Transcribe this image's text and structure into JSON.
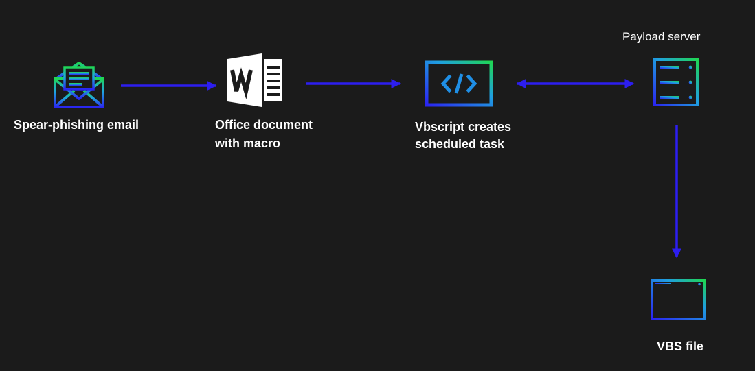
{
  "colors": {
    "background": "#1b1b1b",
    "arrow": "#2d1ef0",
    "text": "#ffffff",
    "icon_gradient": [
      "#1fd655",
      "#1f9ee0",
      "#2626f2"
    ]
  },
  "nodes": {
    "email": {
      "label": "Spear-phishing email",
      "icon": "envelope-icon"
    },
    "document": {
      "label_line1": "Office document",
      "label_line2": "with macro",
      "icon": "word-document-icon"
    },
    "script": {
      "label_line1": "Vbscript creates",
      "label_line2": "scheduled task",
      "icon": "code-window-icon"
    },
    "server": {
      "label": "Payload server",
      "icon": "server-icon"
    },
    "vbs": {
      "label": "VBS file",
      "icon": "file-window-icon"
    }
  },
  "edges": [
    {
      "from": "email",
      "to": "document",
      "direction": "forward"
    },
    {
      "from": "document",
      "to": "script",
      "direction": "forward"
    },
    {
      "from": "script",
      "to": "server",
      "direction": "both"
    },
    {
      "from": "server",
      "to": "vbs",
      "direction": "forward"
    }
  ]
}
